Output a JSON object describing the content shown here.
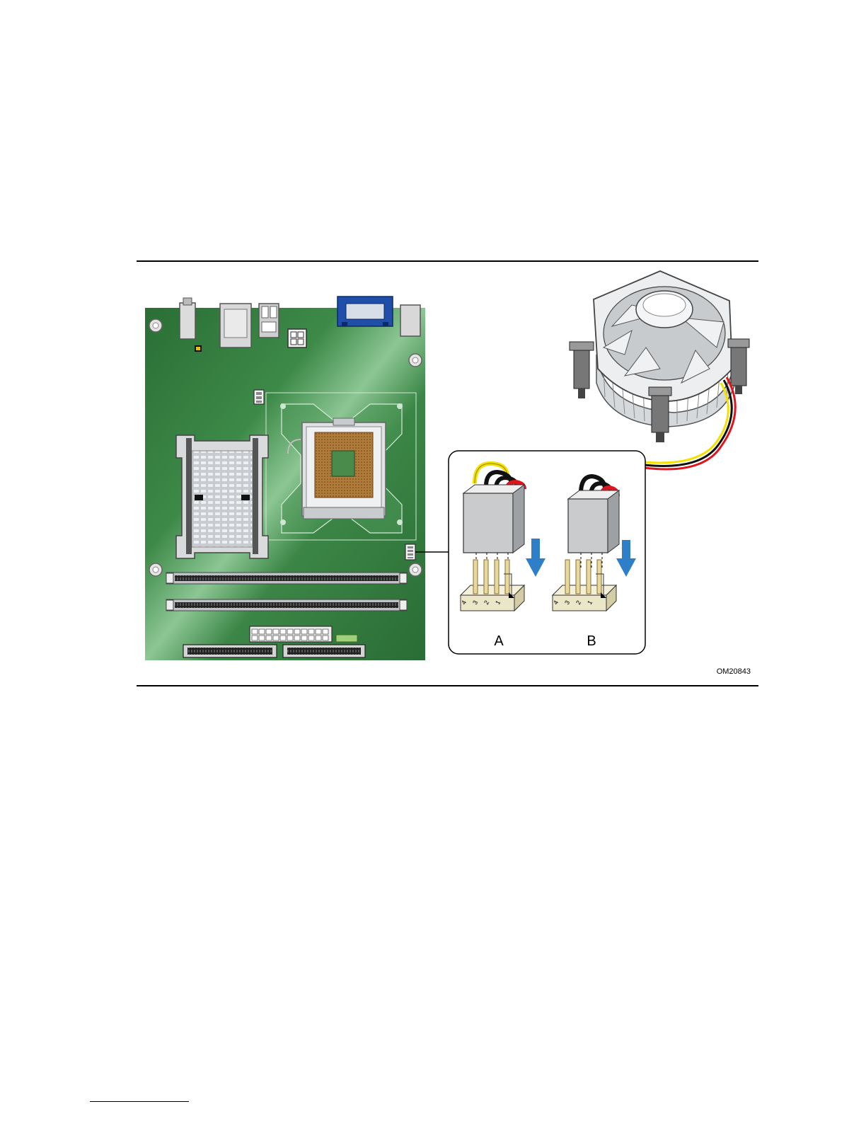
{
  "figure": {
    "id_label": "OM20843",
    "connector_labels": [
      "A",
      "B"
    ],
    "pin_numbers": [
      "4",
      "3",
      "2",
      "1"
    ]
  },
  "colors": {
    "board_green": "#2f7a3c",
    "board_highlight": "#7fc08a",
    "arrow_blue": "#2f7fc8",
    "wire_red": "#e0141c",
    "wire_yellow": "#f4e000",
    "wire_black": "#111111",
    "vga_blue": "#1f4fa8"
  }
}
